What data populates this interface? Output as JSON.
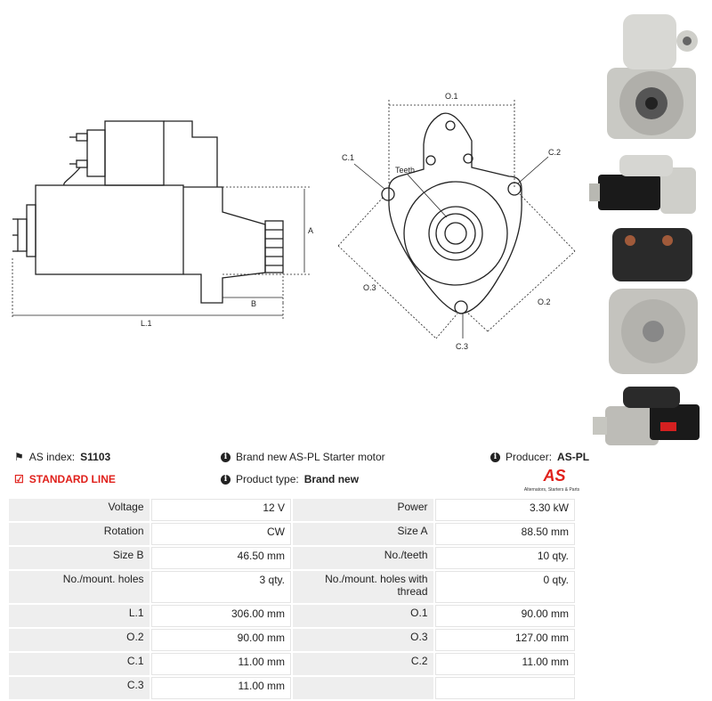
{
  "dimension_labels": {
    "A": "A",
    "B": "B",
    "L1": "L.1",
    "O1": "O.1",
    "O2": "O.2",
    "O3": "O.3",
    "C1": "C.1",
    "C2": "C.2",
    "C3": "C.3",
    "teeth": "Teeth"
  },
  "header": {
    "as_index_label": "AS index:",
    "as_index_value": "S1103",
    "line": "STANDARD LINE",
    "description": "Brand new AS-PL Starter motor",
    "product_type_label": "Product type:",
    "product_type_value": "Brand new",
    "producer_label": "Producer:",
    "producer_value": "AS-PL",
    "logo_text": "AS",
    "logo_tagline": "Alternators, Starters & Parts"
  },
  "specs": {
    "rows": [
      {
        "k1": "Voltage",
        "v1": "12 V",
        "k2": "Power",
        "v2": "3.30 kW"
      },
      {
        "k1": "Rotation",
        "v1": "CW",
        "k2": "Size A",
        "v2": "88.50 mm"
      },
      {
        "k1": "Size B",
        "v1": "46.50 mm",
        "k2": "No./teeth",
        "v2": "10 qty."
      },
      {
        "k1": "No./mount. holes",
        "v1": "3 qty.",
        "k2": "No./mount. holes with thread",
        "v2": "0 qty."
      },
      {
        "k1": "L.1",
        "v1": "306.00 mm",
        "k2": "O.1",
        "v2": "90.00 mm"
      },
      {
        "k1": "O.2",
        "v1": "90.00 mm",
        "k2": "O.3",
        "v2": "127.00 mm"
      },
      {
        "k1": "C.1",
        "v1": "11.00 mm",
        "k2": "C.2",
        "v2": "11.00 mm"
      },
      {
        "k1": "C.3",
        "v1": "11.00 mm",
        "k2": "",
        "v2": ""
      }
    ]
  }
}
